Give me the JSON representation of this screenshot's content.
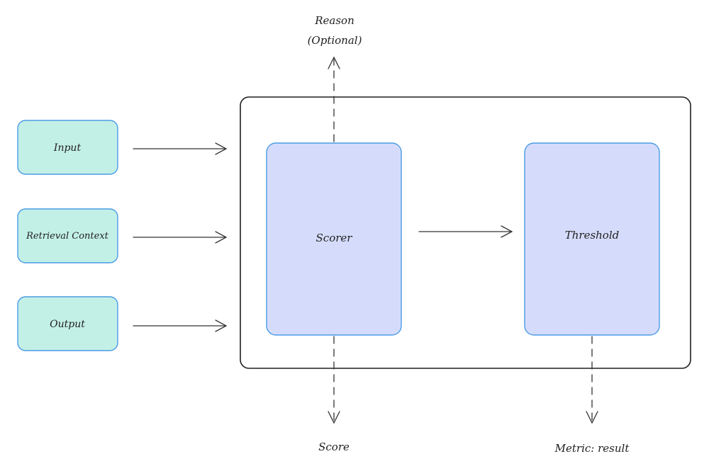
{
  "colors": {
    "input_fill": "#c3f0e6",
    "input_stroke": "#4a9be6",
    "block_fill": "#d5dcfb",
    "block_stroke": "#4a9be6",
    "frame_stroke": "#1e1e1e",
    "arrow": "#333333"
  },
  "inputs": {
    "input": "Input",
    "retrieval_context": "Retrieval Context",
    "output": "Output"
  },
  "blocks": {
    "scorer": "Scorer",
    "threshold": "Threshold"
  },
  "outputs": {
    "reason_line1": "Reason",
    "reason_line2": "(Optional)",
    "score": "Score",
    "metric_result": "Metric: result"
  }
}
